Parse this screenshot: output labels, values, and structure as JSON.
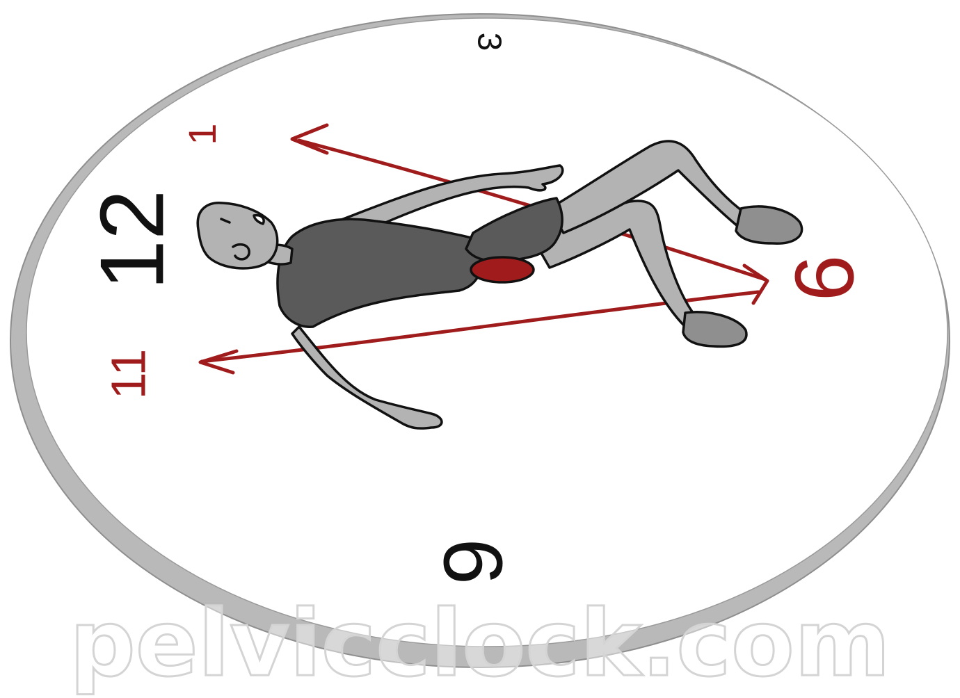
{
  "clock": {
    "numerals": {
      "twelve": "12",
      "three": "3",
      "six": "6",
      "nine": "9",
      "one": "1",
      "eleven": "11"
    }
  },
  "watermark": {
    "text": "pelvicclock.com"
  },
  "colors": {
    "accent_red": "#a01c1c",
    "rim_gray": "#b9b9b9",
    "figure_gray": "#b3b3b3",
    "outfit_dark": "#5a5a5a",
    "ink": "#111111"
  },
  "icons": {
    "figure": "person-lying-supine-icon",
    "pelvis_marker": "pelvis-disc-icon"
  }
}
